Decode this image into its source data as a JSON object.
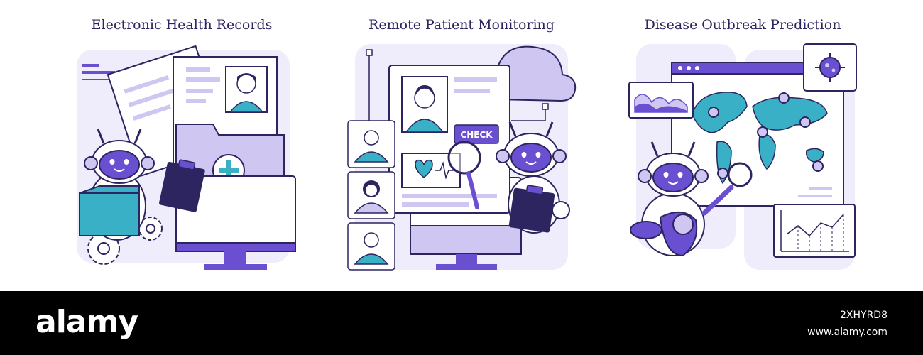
{
  "panels": [
    {
      "title": "Electronic Health Records"
    },
    {
      "title": "Remote Patient Monitoring",
      "badge_text": "CHECK"
    },
    {
      "title": "Disease Outbreak Prediction"
    }
  ],
  "footer": {
    "brand": "alamy",
    "image_id": "2XHYRD8",
    "site": "www.alamy.com"
  },
  "colors": {
    "outline": "#2c2560",
    "purple": "#6a4fd1",
    "lavender": "#cfc6f2",
    "pale": "#efecfb",
    "teal": "#3ab0c6"
  }
}
